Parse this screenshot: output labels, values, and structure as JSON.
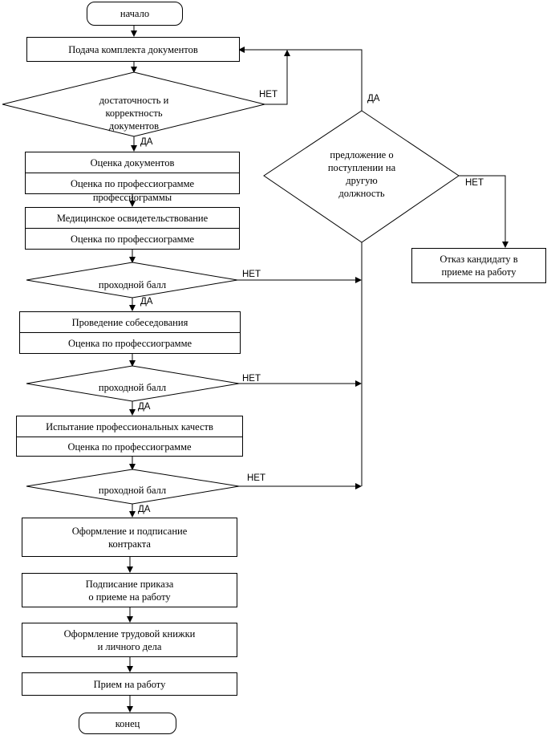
{
  "start": "начало",
  "end": "конец",
  "steps": {
    "submit": "Подача комплекта документов",
    "doc_eval": "Оценка документов",
    "prof_eval_1": "Оценка по профессиограмме",
    "prof_eval_1_overlap": "профессиограммы",
    "medical": "Медицинское освидетельствование",
    "prof_eval_2": "Оценка по профессиограмме",
    "interview": "Проведение собеседования",
    "prof_eval_3": "Оценка по профессиограмме",
    "qualities_test": "Испытание профессиональных качеств",
    "prof_eval_4": "Оценка по профессиограмме",
    "contract": "Оформление и подписание\nконтракта",
    "order": "Подписание приказа\nо приеме на работу",
    "workbook": "Оформление трудовой книжки\nи личного дела",
    "hire": "Прием на работу",
    "reject": "Отказ кандидату в\nприеме на работу"
  },
  "decisions": {
    "docs_ok": "достаточность и\nкорректность\nдокументов",
    "pass_1": "проходной балл",
    "pass_2": "проходной балл",
    "pass_3": "проходной балл",
    "other_position": "предложение о\nпоступлении на\nдругую\nдолжность"
  },
  "labels": {
    "yes": "ДА",
    "no": "НЕТ"
  }
}
